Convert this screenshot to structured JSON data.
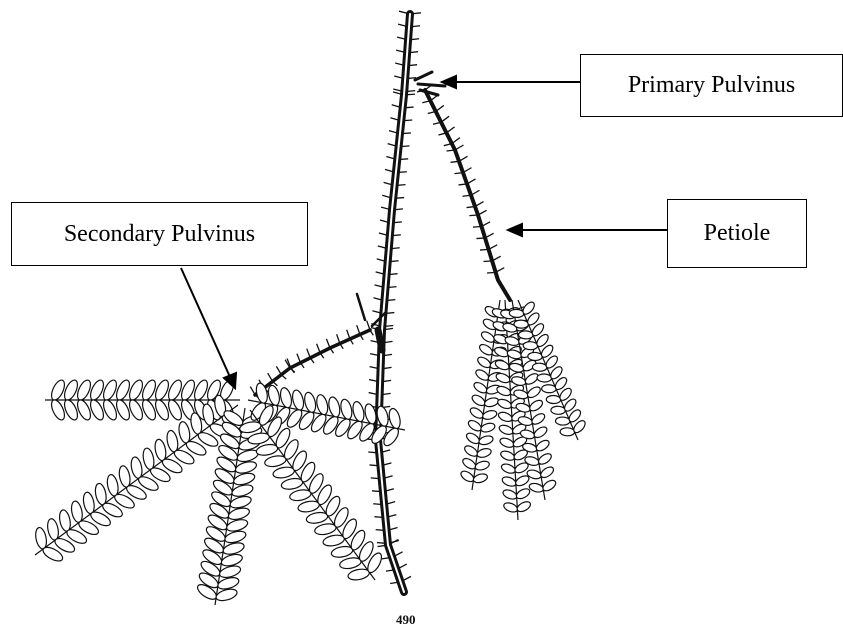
{
  "labels": {
    "primary_pulvinus": "Primary Pulvinus",
    "petiole": "Petiole",
    "secondary_pulvinus": "Secondary Pulvinus"
  },
  "figure_number": "490",
  "colors": {
    "ink": "#000000",
    "leaf_fill": "#ffffff",
    "background": "#ffffff"
  }
}
